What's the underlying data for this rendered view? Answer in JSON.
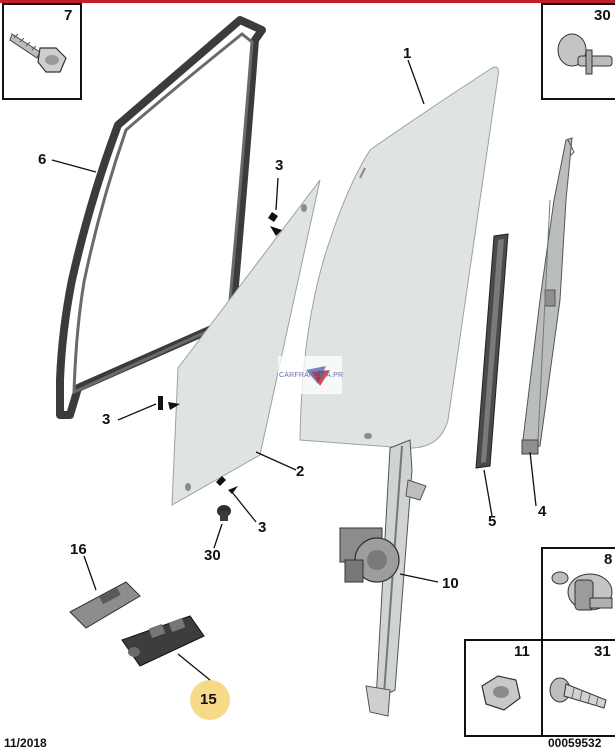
{
  "callouts": {
    "c1": "1",
    "c2": "2",
    "c3a": "3",
    "c3b": "3",
    "c3c": "3",
    "c4": "4",
    "c5": "5",
    "c6": "6",
    "c10": "10",
    "c15": "15",
    "c16": "16",
    "c30": "30"
  },
  "boxes": {
    "b7": "7",
    "b30": "30",
    "b8": "8",
    "b11": "11",
    "b31": "31"
  },
  "footer": {
    "date": "11/2018",
    "ref": "00059532"
  },
  "watermark": {
    "brand": "CARFRANCE",
    "suffix": "A.PR"
  },
  "colors": {
    "top_rule": "#c0202c",
    "highlight": "#f7d98a",
    "glass": "#dfe4e3",
    "seal": "#3b3b3b"
  }
}
